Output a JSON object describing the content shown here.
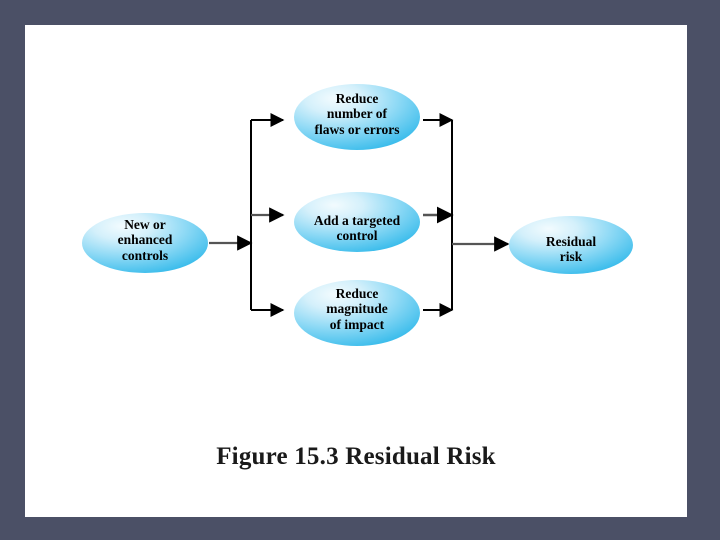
{
  "slide": {
    "background_color": "#4b5066",
    "canvas_color": "#ffffff",
    "caption": "Figure 15.3   Residual Risk"
  },
  "diagram": {
    "type": "flow-diagram",
    "orientation": "left-to-right",
    "node_fill_light": "#eaf7fd",
    "node_fill_dark": "#33b9ec",
    "connector_color": "#555555",
    "connector_dark_color": "#000000",
    "nodes": [
      {
        "id": "new-or-enhanced-controls",
        "role": "input",
        "label": "New or\nenhanced\ncontrols"
      },
      {
        "id": "reduce-number-of-flaws-or-errors",
        "role": "branch",
        "label": "Reduce\nnumber of\nflaws or errors"
      },
      {
        "id": "add-a-targeted-control",
        "role": "branch",
        "label": "Add a targeted\ncontrol"
      },
      {
        "id": "reduce-magnitude-of-impact",
        "role": "branch",
        "label": "Reduce\nmagnitude\nof impact"
      },
      {
        "id": "residual-risk",
        "role": "output",
        "label": "Residual\nrisk"
      }
    ],
    "edges": [
      {
        "from": "new-or-enhanced-controls",
        "to": "reduce-number-of-flaws-or-errors"
      },
      {
        "from": "new-or-enhanced-controls",
        "to": "add-a-targeted-control"
      },
      {
        "from": "new-or-enhanced-controls",
        "to": "reduce-magnitude-of-impact"
      },
      {
        "from": "reduce-number-of-flaws-or-errors",
        "to": "residual-risk"
      },
      {
        "from": "add-a-targeted-control",
        "to": "residual-risk"
      },
      {
        "from": "reduce-magnitude-of-impact",
        "to": "residual-risk"
      }
    ]
  }
}
